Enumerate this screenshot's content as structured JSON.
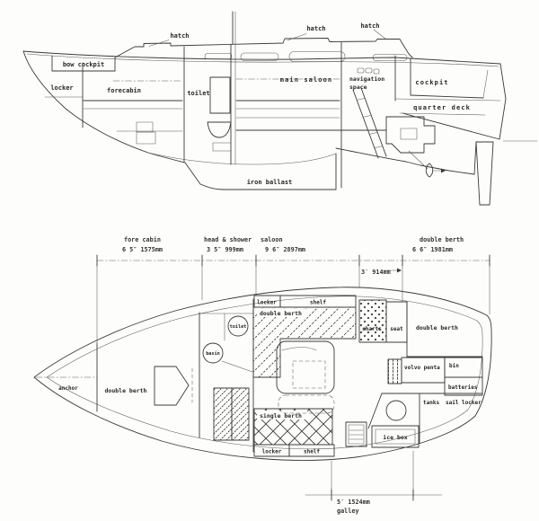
{
  "profile": {
    "labels": {
      "hatch": "hatch",
      "bow_cockpit": "bow cockpit",
      "locker": "locker",
      "forecabin": "forecabin",
      "toilet": "toilet",
      "main_saloon": "main saloon",
      "navigation_line1": "navigation",
      "navigation_line2": "space",
      "cockpit": "cockpit",
      "quarter_deck": "quarter deck",
      "iron_ballast": "iron ballast"
    }
  },
  "plan": {
    "labels": {
      "anchor": "anchor",
      "double_berth_fore": "double berth",
      "locker": "locker",
      "shelf": "shelf",
      "double_berth_saloon": "double berth",
      "toilet": "toilet",
      "basin": "basin",
      "charts": "charts",
      "seat": "seat",
      "double_berth_aft": "double berth",
      "volvo_penta": "volvo penta",
      "bin": "bin",
      "batteries": "batteries",
      "tanks": "tanks",
      "sail_locker": "sail locker",
      "ice_box": "ice box",
      "single_berth": "single berth",
      "locker_aft": "locker",
      "shelf_aft": "shelf"
    }
  },
  "dimensions": {
    "fore_cabin": {
      "label": "fore cabin",
      "value": "6 5″ 1575mm"
    },
    "head_shower": {
      "label": "head & shower",
      "value": "3 5″  999mm"
    },
    "saloon": {
      "label": "saloon",
      "value": "9 6″  2897mm"
    },
    "aft_gap": {
      "value": "3′  914mm"
    },
    "double_berth": {
      "label": "double berth",
      "value": "6 6″  1981mm"
    },
    "galley": {
      "label": "galley",
      "value": "5′  1524mm"
    }
  }
}
